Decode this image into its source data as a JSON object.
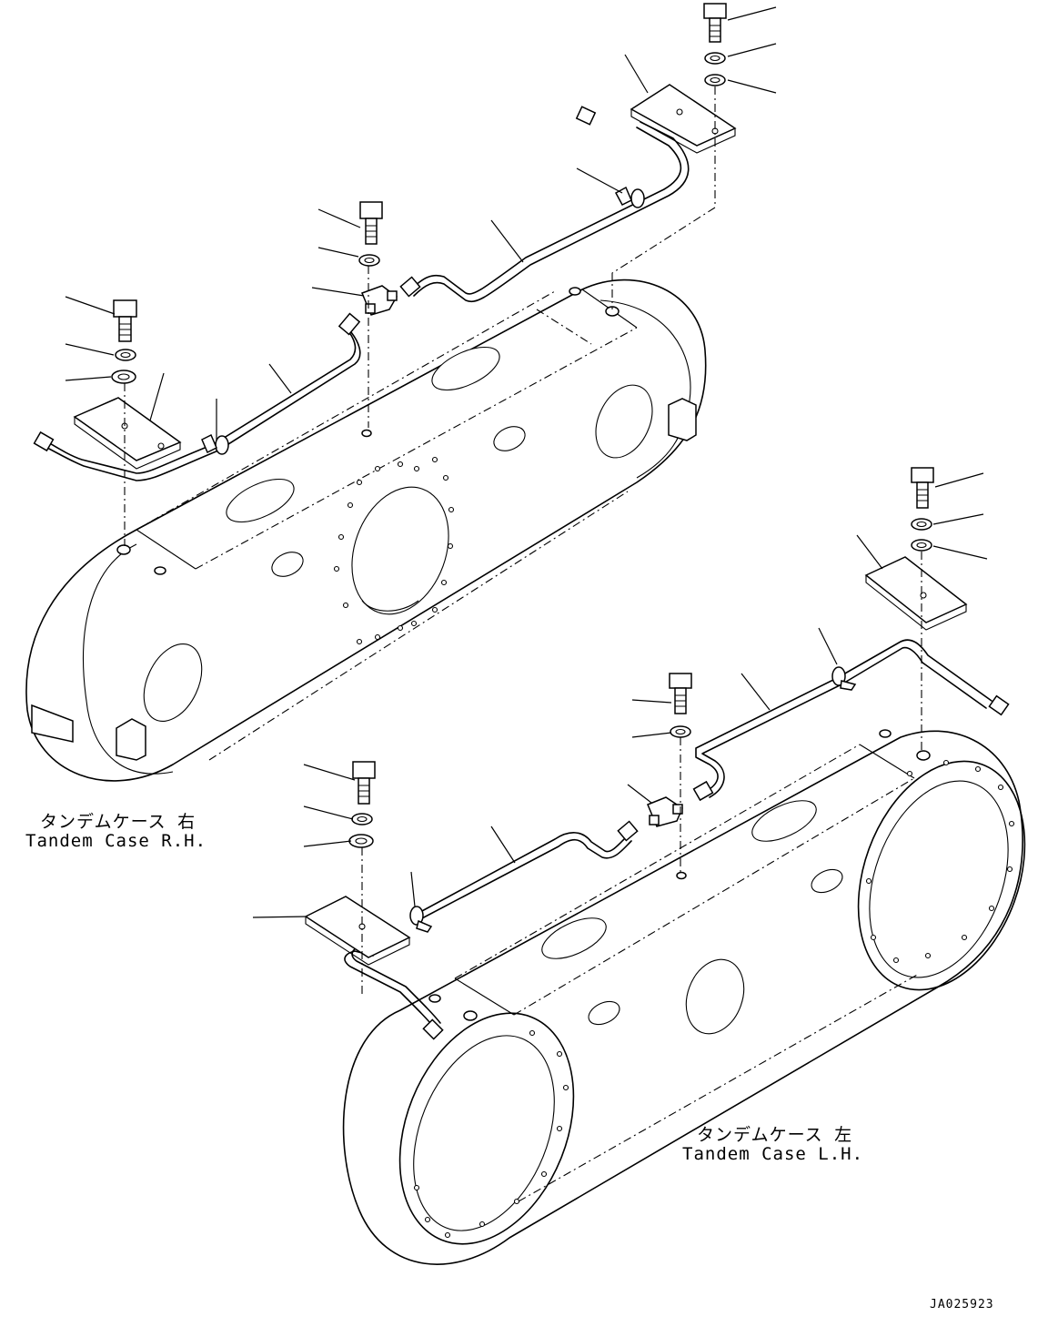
{
  "labels": {
    "rh_japanese": "タンデムケース 右",
    "rh_english": "Tandem Case R.H.",
    "lh_japanese": "タンデムケース 左",
    "lh_english": "Tandem Case L.H.",
    "drawing_code": "JA025923"
  }
}
